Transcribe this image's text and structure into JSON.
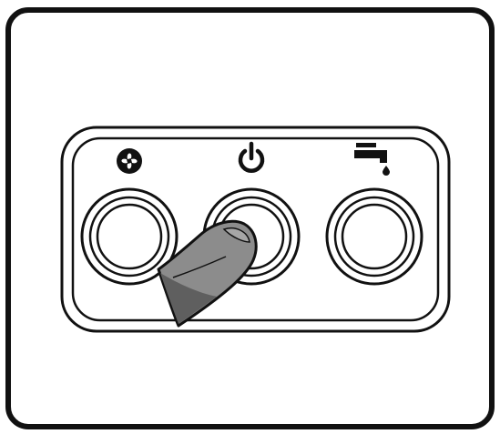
{
  "diagram": {
    "colors": {
      "background": "#ffffff",
      "outline": "#111111",
      "finger_fill": "#8c8c8c",
      "finger_shadow": "#5f5f5f",
      "finger_nail": "#a6a6a6"
    },
    "panel": {
      "buttons": [
        {
          "function": "fan",
          "icon": "fan-icon",
          "pressed": false
        },
        {
          "function": "power",
          "icon": "power-icon",
          "pressed": true
        },
        {
          "function": "water",
          "icon": "water-tap-icon",
          "pressed": false
        }
      ]
    },
    "finger": {
      "icon": "finger-icon",
      "pressing_button": "power"
    }
  }
}
